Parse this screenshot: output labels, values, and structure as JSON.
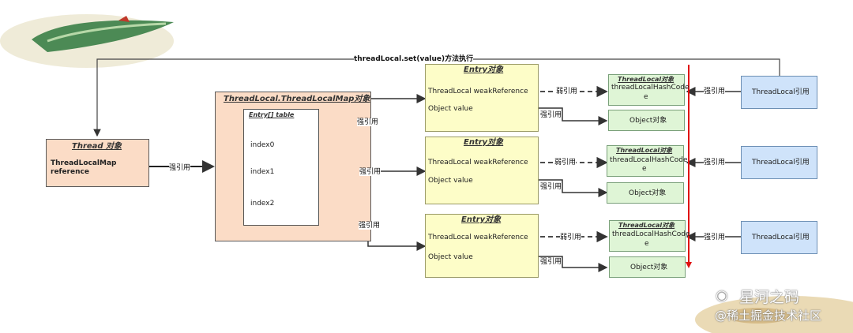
{
  "top_label": "threadLocal.set(value)方法执行",
  "thread_box": {
    "title": "Thread 对象",
    "line1": "ThreadLocalMap",
    "line2": "reference"
  },
  "map_box": {
    "title": "ThreadLocal.ThreadLocalMap对象",
    "table_title": "Entry[] table",
    "indexes": [
      "index0",
      "index1",
      "index2"
    ]
  },
  "strong_ref": "强引用",
  "weak_ref": "弱引用",
  "entries": [
    {
      "title": "Entry对象",
      "weak_text": "ThreadLocal  weakReference",
      "value_text": "Object value",
      "tl_box_title": "ThreadLocal对象",
      "tl_box_hash": "threadLocalHashCode",
      "obj_box": "Object对象",
      "ref_box": "ThreadLocal引用"
    },
    {
      "title": "Entry对象",
      "weak_text": "ThreadLocal weakReference",
      "value_text": "Object value",
      "tl_box_title": "ThreadLocal对象",
      "tl_box_hash": "threadLocalHashCode",
      "obj_box": "Object对象",
      "ref_box": "ThreadLocal引用"
    },
    {
      "title": "Entry对象",
      "weak_text": "ThreadLocal weakReference",
      "value_text": "Object value",
      "tl_box_title": "ThreadLocal对象",
      "tl_box_hash": "threadLocalHashCode",
      "obj_box": "Object对象",
      "ref_box": "ThreadLocal引用"
    }
  ],
  "watermark": {
    "line1": "星河之码",
    "line2": "@稀土掘金技术社区"
  },
  "colors": {
    "red_line": "#e01010",
    "peach": "#fbdcc6",
    "yellow": "#fdfdc8",
    "green": "#dff5d6",
    "blue": "#cfe3fa"
  }
}
